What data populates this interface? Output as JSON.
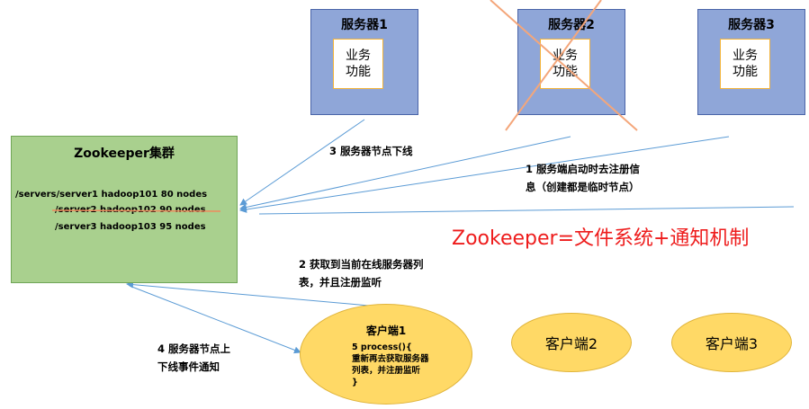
{
  "servers": [
    {
      "title": "服务器1",
      "func": "业务\n功能",
      "crossed": false
    },
    {
      "title": "服务器2",
      "func": "业务\n功能",
      "crossed": true
    },
    {
      "title": "服务器3",
      "func": "业务\n功能",
      "crossed": false
    }
  ],
  "zookeeper": {
    "title": "Zookeeper集群",
    "nodes": [
      "/servers/server1   hadoop101   80 nodes",
      "/server2   hadoop102   90 nodes",
      "/server3   hadoop103   95 nodes"
    ]
  },
  "labels": {
    "step3": "3 服务器节点下线",
    "step1_line1": "1  服务端启动时去注册信",
    "step1_line2": "息（创建都是临时节点）",
    "step2_line1": "2  获取到当前在线服务器列",
    "step2_line2": "表，并且注册监听",
    "step4_line1": "4  服务器节点上",
    "step4_line2": "下线事件通知",
    "headline": "Zookeeper=文件系统+通知机制"
  },
  "clients": {
    "client1": {
      "title": "客户端1",
      "code": [
        "5 process(){",
        "重新再去获取服务器",
        "列表，并注册监听",
        "}"
      ]
    },
    "client2": "客户端2",
    "client3": "客户端3"
  },
  "colors": {
    "server_fill": "#8fa6d8",
    "zk_fill": "#a9d08e",
    "client_fill": "#ffd966",
    "cross": "#f4a67a",
    "arrow": "#5b9bd5",
    "headline": "#ee1c1c"
  }
}
